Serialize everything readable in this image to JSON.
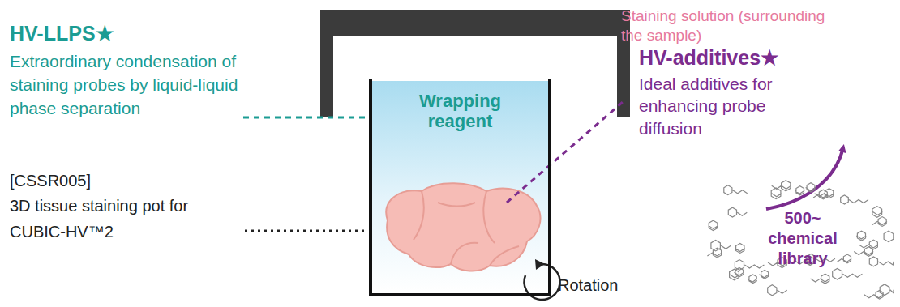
{
  "diagram": {
    "nodes": [
      {
        "text": [
          "Wrapping reagent"
        ]
      }
    ],
    "labels": [
      "HV-LLPS★",
      "Extraordinary condensation of staining probes by liquid-liquid phase separation",
      "[CSSR005]",
      "3D tissue staining pot for CUBIC-HV™2",
      "Staining solution (surrounding the sample)",
      "HV-additives★",
      "Ideal additives for enhancing probe diffusion",
      "500~ chemical library",
      "Rotation"
    ]
  }
}
